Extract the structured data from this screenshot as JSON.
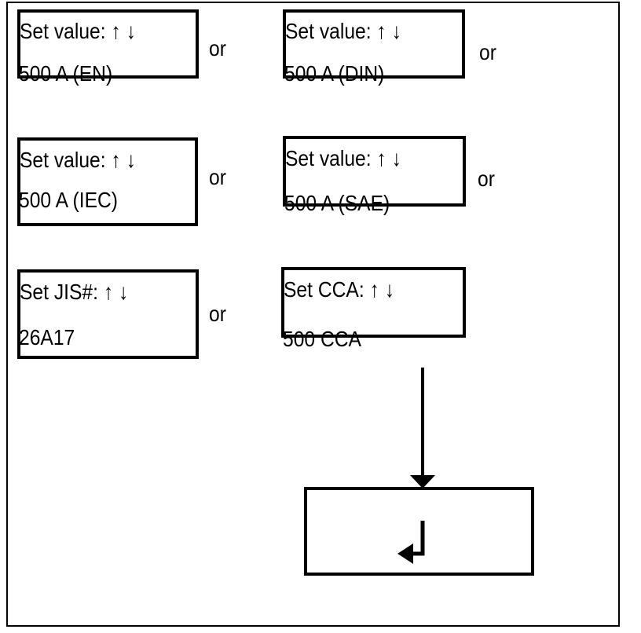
{
  "page": {
    "background_color": "#ffffff",
    "ink_color": "#000000"
  },
  "screens": [
    {
      "id": "en",
      "line1": "Set value: ↑ ↓",
      "line2": "500 A (EN)"
    },
    {
      "id": "din",
      "line1": "Set value: ↑ ↓",
      "line2": "500 A (DIN)"
    },
    {
      "id": "iec",
      "line1": "Set value: ↑ ↓",
      "line2": "500 A (IEC)"
    },
    {
      "id": "sae",
      "line1": "Set value: ↑ ↓",
      "line2": "500 A (SAE)"
    },
    {
      "id": "jis",
      "line1": "Set JIS#: ↑ ↓",
      "line2": "26A17"
    },
    {
      "id": "cca",
      "line1": "Set CCA: ↑ ↓",
      "line2": "500 CCA"
    }
  ],
  "connectors": {
    "or_label": "or",
    "down_arrow_icon": "down-arrow",
    "enter_icon": "return-arrow"
  }
}
